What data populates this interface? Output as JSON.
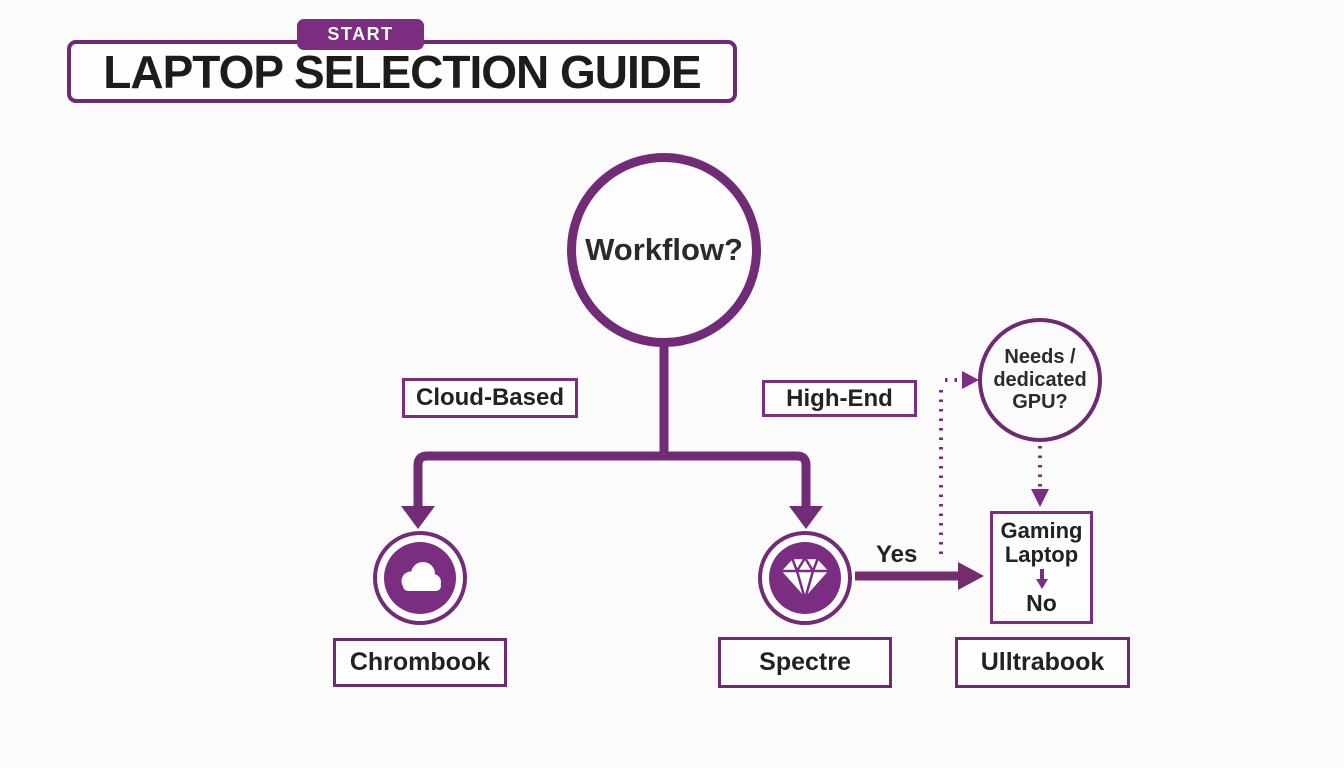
{
  "palette": {
    "purple": "#7b2e81",
    "purple_dark": "#6e2a73",
    "text_dark": "#222222",
    "background": "#fcfbfb"
  },
  "header": {
    "badge_label": "START",
    "title": "LAPTOP SELECTION GUIDE"
  },
  "root_node": {
    "label": "Workflow?"
  },
  "branches": {
    "left_label": "Cloud-Based",
    "right_label": "High-End"
  },
  "icons": {
    "left_node": "cloud-icon",
    "right_node": "diamond-icon"
  },
  "decision": {
    "question_lines": [
      "Needs /",
      "dedicated",
      "GPU?"
    ],
    "yes_label": "Yes",
    "gaming_box": {
      "line1": "Gaming",
      "line2": "Laptop",
      "no_label": "No"
    }
  },
  "outcomes": {
    "left": "Chrombook",
    "middle": "Spectre",
    "right": "Ulltrabook"
  }
}
